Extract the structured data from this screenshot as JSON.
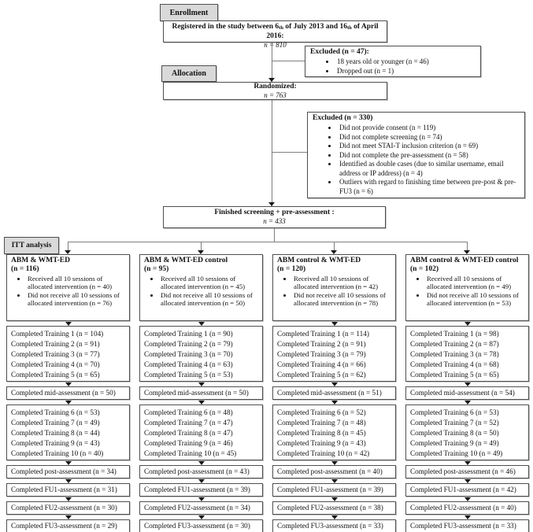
{
  "colors": {
    "label_fill": "#d9d9d9",
    "box_border": "#4f4f4f",
    "connector_line": "#7f7f7f",
    "arrowhead": "#1a1a1a"
  },
  "labels": {
    "enrollment": "Enrollment",
    "allocation": "Allocation",
    "itt": "ITT analysis"
  },
  "registered": {
    "t1": "Registered in the study between 6",
    "sub1": "th",
    "t2": " of July 2013 and 16",
    "sub2": "th",
    "t3": " of April 2016:",
    "n": "n = 810"
  },
  "excluded47": {
    "title": "Excluded (n = 47):",
    "items": [
      "18 years old or younger (n = 46)",
      "Dropped out (n = 1)"
    ]
  },
  "randomized": {
    "title": "Randomized:",
    "n": "n = 763"
  },
  "excluded330": {
    "title": "Excluded (n = 330)",
    "items": [
      "Did not provide consent (n = 119)",
      "Did not complete screening (n = 74)",
      "Did not meet STAI-T inclusion criterion (n = 69)",
      "Did not complete the pre-assessment (n = 58)",
      "Identified as double cases (due to similar username, email address or IP address) (n = 4)",
      "Outliers with regard to finishing time between pre-post & pre-FU3 (n = 6)"
    ]
  },
  "finished": {
    "title": "Finished screening + pre-assessment :",
    "n": "n = 433"
  },
  "columns": [
    {
      "title": "ABM & WMT-ED",
      "n": "(n = 116)",
      "bullets": [
        "Received all 10 sessions of allocated intervention (n = 40)",
        "Did not receive all 10 sessions of allocated intervention (n = 76)"
      ],
      "block1": [
        "Completed Training 1 (n = 104)",
        "Completed Training 2 (n = 91)",
        "Completed Training 3 (n = 77)",
        "Completed Training 4 (n = 70)",
        "Completed Training 5 (n = 65)"
      ],
      "mid": "Completed mid-assessment  (n = 50)",
      "block2": [
        "Completed Training 6 (n = 53)",
        "Completed Training 7 (n = 49)",
        "Completed Training 8 (n = 44)",
        "Completed Training 9 (n = 43)",
        "Completed Training 10 (n = 40)"
      ],
      "post": "Completed post-assessment  (n = 34)",
      "fu1": "Completed FU1-assessment (n = 31)",
      "fu2": "Completed FU2-assessment (n = 30)",
      "fu3": "Completed FU3-assessment (n = 29)"
    },
    {
      "title": "ABM & WMT-ED control",
      "n": "(n = 95)",
      "bullets": [
        "Received all 10 sessions of allocated intervention (n = 45)",
        "Did not receive all 10 sessions of allocated intervention (n = 50)"
      ],
      "block1": [
        "Completed Training 1 (n = 90)",
        "Completed Training 2 (n = 79)",
        "Completed Training 3 (n = 70)",
        "Completed Training 4 (n = 63)",
        "Completed Training 5 (n = 53)"
      ],
      "mid": "Completed mid-assessment  (n = 50)",
      "block2": [
        "Completed Training 6 (n = 48)",
        "Completed Training 7 (n = 47)",
        "Completed Training 8 (n = 47)",
        "Completed Training 9 (n = 46)",
        "Completed Training 10 (n = 45)"
      ],
      "post": "Completed post-assessment  (n = 43)",
      "fu1": "Completed FU1-assessment (n = 39)",
      "fu2": "Completed FU2-assessment (n = 34)",
      "fu3": "Completed FU3-assessment (n = 30)"
    },
    {
      "title": "ABM control & WMT-ED",
      "n": "(n = 120)",
      "bullets": [
        "Received all 10 sessions of allocated intervention (n = 42)",
        "Did not receive all 10 sessions of allocated intervention (n = 78)"
      ],
      "block1": [
        "Completed Training 1 (n = 114)",
        "Completed Training 2 (n = 91)",
        "Completed Training 3 (n = 79)",
        "Completed Training 4 (n = 66)",
        "Completed Training 5 (n = 62)"
      ],
      "mid": "Completed mid-assessment  (n = 51)",
      "block2": [
        "Completed Training 6 (n = 52)",
        "Completed Training 7 (n = 48)",
        "Completed Training 8 (n = 45)",
        "Completed Training 9 (n = 43)",
        "Completed Training 10 (n = 42)"
      ],
      "post": "Completed post-assessment  (n = 40)",
      "fu1": "Completed FU1-assessment (n = 39)",
      "fu2": "Completed FU2-assessment (n = 38)",
      "fu3": "Completed FU3-assessment (n = 33)"
    },
    {
      "title": "ABM control & WMT-ED control",
      "n": "(n = 102)",
      "bullets": [
        "Received all 10 sessions of allocated intervention (n = 49)",
        "Did not receive all 10 sessions of allocated intervention (n = 53)"
      ],
      "block1": [
        "Completed Training 1 (n = 98)",
        "Completed Training 2 (n = 87)",
        "Completed Training 3 (n = 78)",
        "Completed Training 4 (n = 68)",
        "Completed Training 5 (n = 65)"
      ],
      "mid": "Completed mid-assessment  (n = 54)",
      "block2": [
        "Completed Training 6 (n = 53)",
        "Completed Training 7 (n = 52)",
        "Completed Training 8 (n = 50)",
        "Completed Training 9 (n = 49)",
        "Completed Training 10 (n = 49)"
      ],
      "post": "Completed post-assessment  (n = 46)",
      "fu1": "Completed FU1-assessment (n = 42)",
      "fu2": "Completed FU2-assessment (n = 40)",
      "fu3": "Completed FU3-assessment (n = 33)"
    }
  ]
}
